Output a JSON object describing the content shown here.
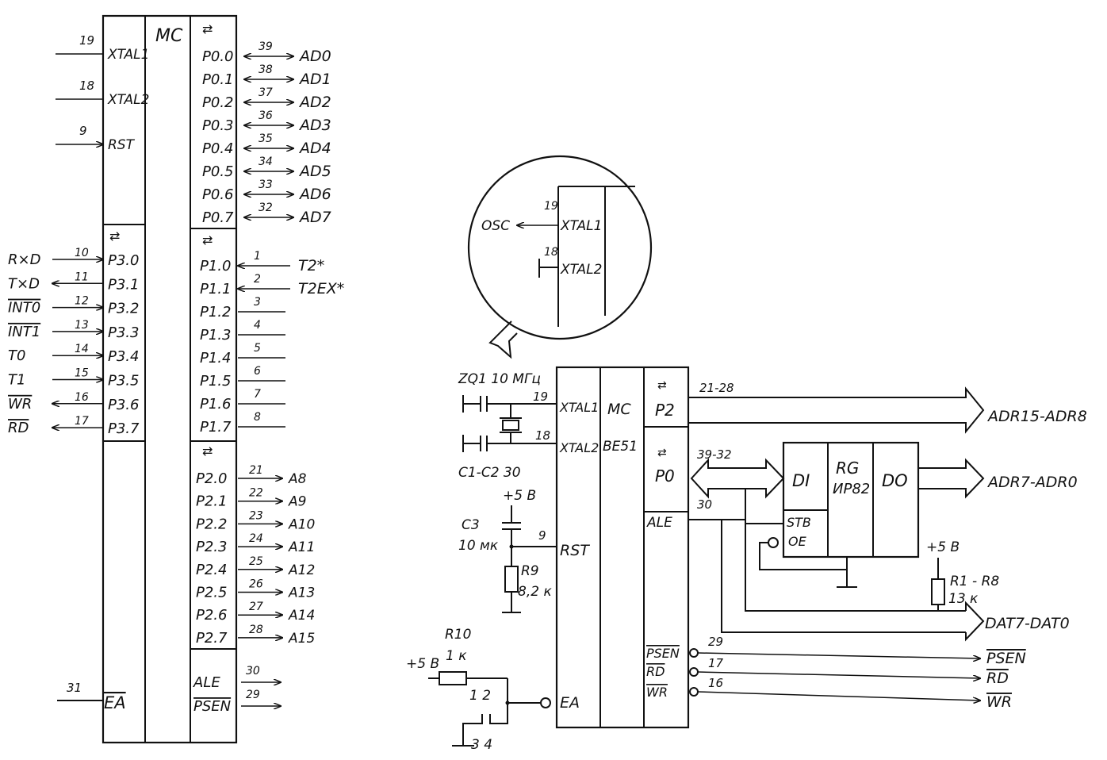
{
  "colors": {
    "ink": "#111111",
    "paper": "#ffffff"
  },
  "chip_a": {
    "title": "MC",
    "left_pins": [
      {
        "num": "19",
        "name": "XTAL1"
      },
      {
        "num": "18",
        "name": "XTAL2"
      },
      {
        "num": "9",
        "name": "RST"
      }
    ],
    "p3": [
      {
        "num": "10",
        "name": "P3.0",
        "signal": "R×D"
      },
      {
        "num": "11",
        "name": "P3.1",
        "signal": "T×D"
      },
      {
        "num": "12",
        "name": "P3.2",
        "signal": "INT0"
      },
      {
        "num": "13",
        "name": "P3.3",
        "signal": "INT1"
      },
      {
        "num": "14",
        "name": "P3.4",
        "signal": "T0"
      },
      {
        "num": "15",
        "name": "P3.5",
        "signal": "T1"
      },
      {
        "num": "16",
        "name": "P3.6",
        "signal": "WR"
      },
      {
        "num": "17",
        "name": "P3.7",
        "signal": "RD"
      }
    ],
    "p0": [
      {
        "num": "39",
        "name": "P0.0",
        "signal": "AD0"
      },
      {
        "num": "38",
        "name": "P0.1",
        "signal": "AD1"
      },
      {
        "num": "37",
        "name": "P0.2",
        "signal": "AD2"
      },
      {
        "num": "36",
        "name": "P0.3",
        "signal": "AD3"
      },
      {
        "num": "35",
        "name": "P0.4",
        "signal": "AD4"
      },
      {
        "num": "34",
        "name": "P0.5",
        "signal": "AD5"
      },
      {
        "num": "33",
        "name": "P0.6",
        "signal": "AD6"
      },
      {
        "num": "32",
        "name": "P0.7",
        "signal": "AD7"
      }
    ],
    "p1": [
      {
        "num": "1",
        "name": "P1.0",
        "signal": "T2*"
      },
      {
        "num": "2",
        "name": "P1.1",
        "signal": "T2EX*"
      },
      {
        "num": "3",
        "name": "P1.2",
        "signal": ""
      },
      {
        "num": "4",
        "name": "P1.3",
        "signal": ""
      },
      {
        "num": "5",
        "name": "P1.4",
        "signal": ""
      },
      {
        "num": "6",
        "name": "P1.5",
        "signal": ""
      },
      {
        "num": "7",
        "name": "P1.6",
        "signal": ""
      },
      {
        "num": "8",
        "name": "P1.7",
        "signal": ""
      }
    ],
    "p2": [
      {
        "num": "21",
        "name": "P2.0",
        "signal": "A8"
      },
      {
        "num": "22",
        "name": "P2.1",
        "signal": "A9"
      },
      {
        "num": "23",
        "name": "P2.2",
        "signal": "A10"
      },
      {
        "num": "24",
        "name": "P2.3",
        "signal": "A11"
      },
      {
        "num": "25",
        "name": "P2.4",
        "signal": "A12"
      },
      {
        "num": "26",
        "name": "P2.5",
        "signal": "A13"
      },
      {
        "num": "27",
        "name": "P2.6",
        "signal": "A14"
      },
      {
        "num": "28",
        "name": "P2.7",
        "signal": "A15"
      }
    ],
    "ctrl": [
      {
        "num": "30",
        "name": "ALE"
      },
      {
        "num": "29",
        "name": "PSEN"
      }
    ],
    "ea": {
      "num": "31",
      "name": "EA"
    }
  },
  "inset": {
    "osc": "OSC",
    "xtal1_num": "19",
    "xtal1": "XTAL1",
    "xtal2_num": "18",
    "xtal2": "XTAL2"
  },
  "chip_b": {
    "title": "MC",
    "subtitle": "BE51",
    "xtal1": "XTAL1",
    "xtal1_num": "19",
    "xtal2": "XTAL2",
    "xtal2_num": "18",
    "rst": "RST",
    "rst_num": "9",
    "ea": "EA",
    "p2": "P2",
    "p2_pins": "21-28",
    "p0": "P0",
    "p0_pins": "39-32",
    "ale": "ALE",
    "ale_num": "30",
    "psen": "PSEN",
    "psen_num": "29",
    "rd": "RD",
    "rd_num": "17",
    "wr": "WR",
    "wr_num": "16"
  },
  "parts": {
    "crystal": "ZQ1 10 МГц",
    "caps": "C1-C2 30",
    "vcc1": "+5 В",
    "c3": "C3",
    "c3_val": "10 мк",
    "r9": "R9",
    "r9_val": "8,2 к",
    "r10": "R10",
    "r10_val": "1 к",
    "r10_supply": "+5 В",
    "sw_top": "1 2",
    "sw_bottom": "3 4"
  },
  "register": {
    "di": "DI",
    "rg": "RG",
    "type": "ИР82",
    "do": "DO",
    "stb": "STB",
    "oe": "OE",
    "vcc": "+5 В",
    "r_pack": "R1 - R8",
    "r_pack_val": "13 к"
  },
  "buses": {
    "adr_high": "ADR15-ADR8",
    "adr_low": "ADR7-ADR0",
    "data": "DAT7-DAT0",
    "psen": "PSEN",
    "rd": "RD",
    "wr": "WR"
  }
}
